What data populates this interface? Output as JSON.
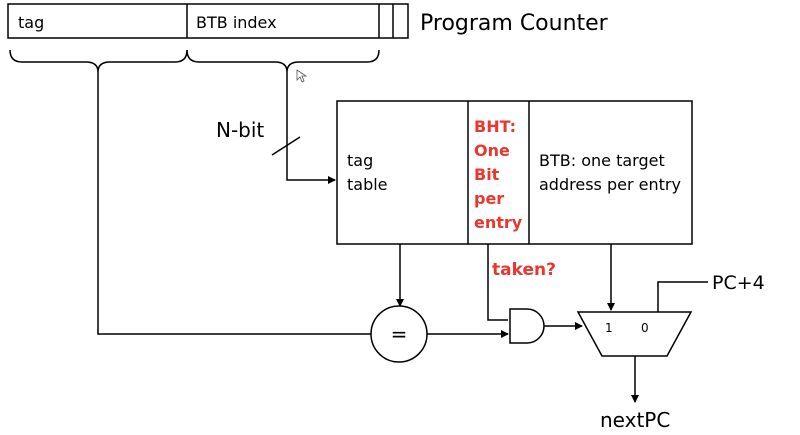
{
  "program_counter": {
    "title": "Program Counter",
    "field_tag": "tag",
    "field_index": "BTB index"
  },
  "bus_width_label": "N-bit",
  "table": {
    "tag_line1": "tag",
    "tag_line2": "table",
    "bht_lines": [
      "BHT:",
      "One",
      "Bit",
      "per",
      "entry"
    ],
    "btb_line1": "BTB: one target",
    "btb_line2": "address per entry"
  },
  "taken_label": "taken?",
  "comparator_symbol": "=",
  "mux": {
    "input_1": "1",
    "input_0": "0"
  },
  "pc_plus4_label": "PC+4",
  "next_pc_label": "nextPC",
  "colors": {
    "accent_red": "#e8372c",
    "line": "#000000"
  },
  "icons": [
    "mouse-cursor-icon"
  ]
}
